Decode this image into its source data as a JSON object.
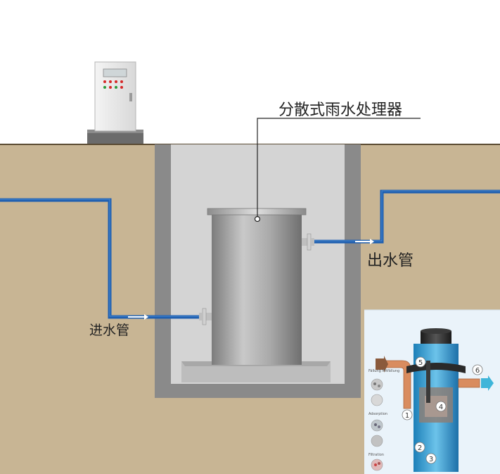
{
  "labels": {
    "title": "分散式雨水处理器",
    "outlet": "出水管",
    "inlet": "进水管"
  },
  "inset": {
    "numbers": [
      "1",
      "2",
      "3",
      "4",
      "5",
      "6"
    ],
    "side_labels": [
      "Fällung Mitfällung",
      "Adsorption",
      "Filtration"
    ]
  },
  "colors": {
    "soil": "#c8b594",
    "pipe": "#1f5fb0",
    "pit_wall": "#8a8a8a",
    "pit_inner": "#d4d4d4",
    "tank": "#9a9a9a",
    "inset_bg": "#eaf3fa"
  }
}
